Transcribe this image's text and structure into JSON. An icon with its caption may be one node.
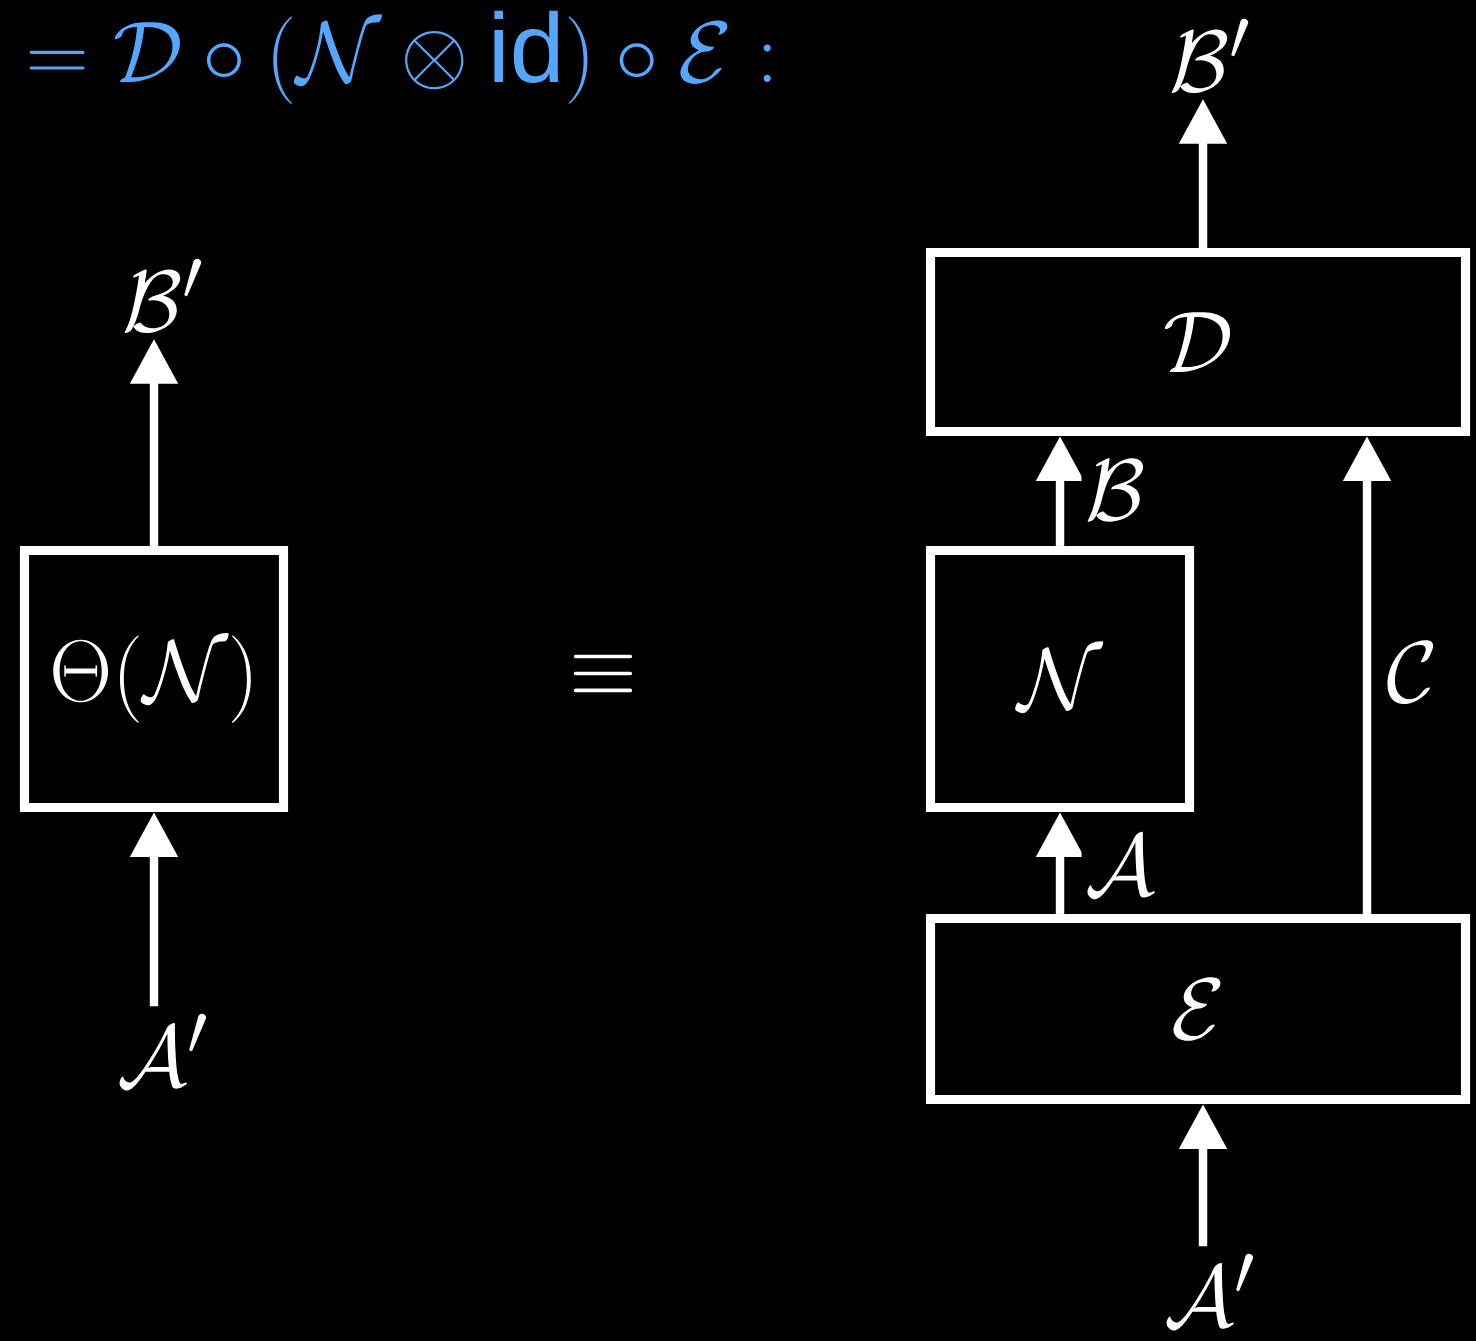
{
  "diagram": {
    "nodes": [
      {
        "text": [
          "\\Theta(\\mathcal{N})"
        ]
      },
      {
        "text": [
          "\\mathcal{B}'"
        ]
      },
      {
        "text": [
          "\\mathcal{A}'"
        ]
      },
      {
        "text": [
          "\\mathcal{D}"
        ]
      },
      {
        "text": [
          "\\mathcal{N}"
        ]
      },
      {
        "text": [
          "\\mathcal{E}"
        ]
      },
      {
        "text": [
          "\\mathcal{B}'"
        ]
      },
      {
        "text": [
          "\\mathcal{A}'"
        ]
      }
    ],
    "edges": [
      {
        "from": 2,
        "to": 0,
        "arrow": "to"
      },
      {
        "from": 0,
        "to": 1,
        "arrow": "to"
      },
      {
        "from": 7,
        "to": 5,
        "arrow": "to"
      },
      {
        "from": 5,
        "to": 4,
        "arrow": "to",
        "label": "\\mathcal{A}"
      },
      {
        "from": 4,
        "to": 3,
        "arrow": "to",
        "label": "\\mathcal{B}"
      },
      {
        "from": 5,
        "to": 3,
        "arrow": "to",
        "label": "\\mathcal{C}"
      },
      {
        "from": 3,
        "to": 6,
        "arrow": "to"
      }
    ],
    "labels": [
      "= \\mathcal{D}\\circ(\\mathcal{N}\\otimes\\mathrm{id})\\circ\\mathcal{E}:",
      "\\equiv"
    ]
  }
}
